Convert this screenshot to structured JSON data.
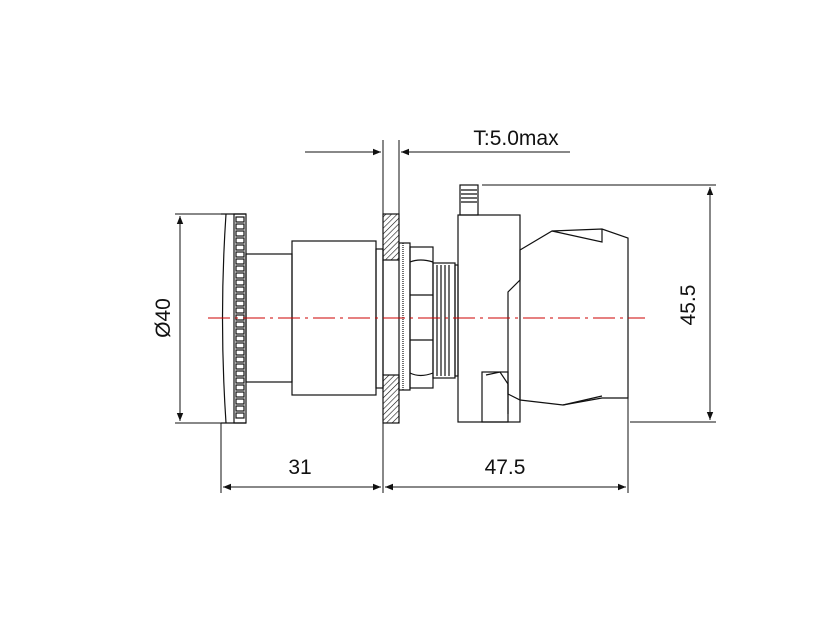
{
  "drawing": {
    "dimensions": {
      "diameter": "Ø40",
      "height": "45.5",
      "front_length": "31",
      "rear_length": "47.5",
      "panel_thickness": "T:5.0max"
    },
    "colors": {
      "line": "#111111",
      "centerline": "#cc0000"
    }
  }
}
